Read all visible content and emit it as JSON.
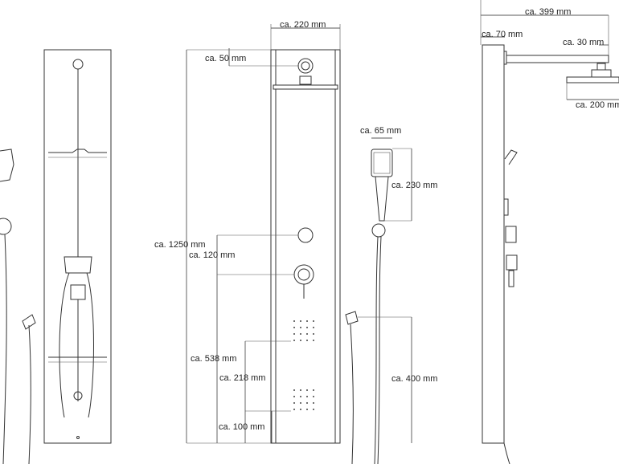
{
  "dimensions": {
    "panel_width": "ca. 220 mm",
    "top_offset": "ca. 50 mm",
    "total_height": "ca. 1250 mm",
    "diverter_offset": "ca. 120 mm",
    "mixer_height": "ca. 538 mm",
    "jets_spacing": "ca. 218 mm",
    "bottom_jet": "ca. 100 mm",
    "handshower_width": "ca. 65 mm",
    "handshower_length": "ca. 230 mm",
    "hose_connector_height": "ca. 400 mm",
    "arm_reach": "ca. 399 mm",
    "panel_depth": "ca. 70 mm",
    "arm_end_offset": "ca. 30 mm",
    "head_diameter": "ca. 200 mm"
  }
}
